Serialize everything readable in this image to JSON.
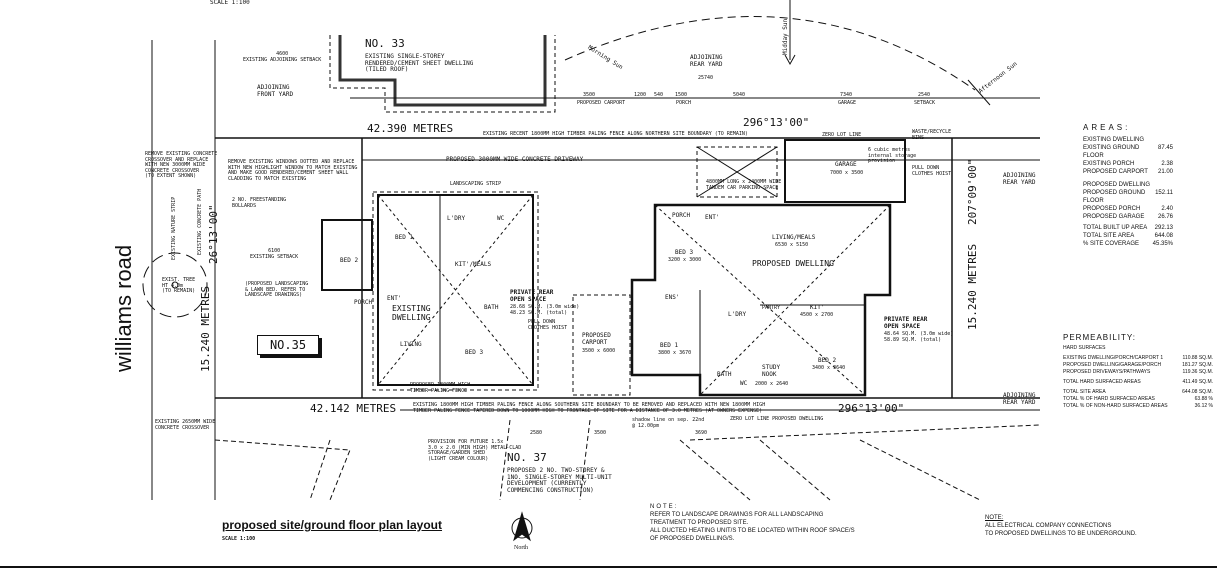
{
  "header": {
    "scale_top": "SCALE 1:100"
  },
  "road": {
    "name": "williams road"
  },
  "neighbours": {
    "no33": {
      "number": "NO. 33",
      "desc": "EXISTING SINGLE-STOREY\nRENDERED/CEMENT SHEET DWELLING\n(TILED ROOF)"
    },
    "no35": {
      "number": "NO.35"
    },
    "no37": {
      "number": "NO. 37",
      "desc": "PROPOSED 2 NO. TWO-STOREY &\n1NO. SINGLE-STOREY MULTI-UNIT\nDEVELOPMENT (CURRENTLY\nCOMMENCING CONSTRUCTION)"
    }
  },
  "boundaries": {
    "north_length": "42.390 METRES",
    "south_length": "42.142 METRES",
    "west_length": "15.240 METRES",
    "east_length": "15.240 METRES",
    "north_bearing": "296°13'00\"",
    "south_bearing": "296°13'00\"",
    "west_bearing": "26°13'00\"",
    "east_bearing": "207°09'00\""
  },
  "sun": {
    "morning": "Morning Sun",
    "midday": "Midday Sun",
    "afternoon": "Afternoon Sun"
  },
  "labels": {
    "adjoining_front_yard": "ADJOINING\nFRONT YARD",
    "adjoining_rear_yard_top": "ADJOINING\nREAR YARD",
    "adjoining_rear_yard_right1": "ADJOINING\nREAR YARD",
    "adjoining_rear_yard_right2": "ADJOINING\nREAR YARD",
    "existing_setback": "4600\nEXISTING ADJOINING SETBACK",
    "fence_north": "EXISTING RECENT 1800MM HIGH TIMBER PALING FENCE ALONG NORTHERN SITE BOUNDARY (TO REMAIN)",
    "fence_south": "EXISTING 1800MM HIGH TIMBER PALING FENCE ALONG SOUTHERN SITE BOUNDARY TO BE REMOVED AND REPLACED WITH NEW 1800MM HIGH\nTIMBER PALING FENCE TAPERED DOWN TO 1000MM HIGH TO FRONTAGE OF SITE FOR A DISTANCE OF 3.0 METRES (AT OWNERS EXPENSE)",
    "driveway": "PROPOSED 3000MM WIDE CONCRETE DRIVEWAY",
    "crossover_remove": "REMOVE EXISTING CONCRETE\nCROSSOVER AND REPLACE\nWITH NEW 3000MM WIDE\nCONCRETE CROSSOVER\n(TO EXTENT SHOWN)",
    "windows_note": "REMOVE EXISTING WINDOWS DOTTED AND REPLACE\nWITH NEW HIGHLIGHT WINDOW TO MATCH EXISTING\nAND MAKE GOOD RENDERED/CEMENT SHEET WALL\nCLADDING TO MATCH EXISTING",
    "nature_strip": "EXISTING NATURE STRIP",
    "concrete_path": "EXISTING CONCRETE PATH",
    "tree": "EXIST. TREE\nHT 4.0m\n(TO REMAIN)",
    "bollards": "2 NO. FREESTANDING\nBOLLARDS",
    "landscaping": "(PROPOSED LANDSCAPING\n& LAWN BED. REFER TO\nLANDSCAPE DRAWINGS)",
    "setback_6100": "6100\nEXISTING SETBACK",
    "landscaping_strip": "LANDSCAPING STRIP",
    "crossover_existing": "EXISTING 2650MM WIDE\nCONCRETE CROSSOVER",
    "timber_fence": "PROPOSED 1800MM HIGH\nTIMBER PALING FENCE",
    "shed": "PROVISION FOR FUTURE 1.5x\n3.0 x 2.0 (MIN HIGH) METAL-CLAD\nSTORAGE/GARDEN SHED\n(LIGHT CREAM COLOUR)",
    "shadow": "shadow line on sep. 22nd\n@ 12.00pm",
    "zero_lot_top": "ZERO LOT LINE",
    "zero_lot_bottom": "ZERO LOT LINE PROPOSED DWELLING",
    "waste_bins": "WASTE/RECYCLE\nBINS",
    "clothes_hoist": "PULL DOWN\nCLOTHES HOIST",
    "tandem": "4800MM LONG x 2400MM WIDE\nTANDEM CAR PARKING SPACE",
    "storage": "6 cubic metres\ninternal storage\nprovision"
  },
  "dimensions": {
    "top": [
      "3500",
      "1200",
      "540",
      "1500",
      "5040",
      "7340",
      "2540"
    ],
    "top_labels": [
      "PROPOSED CARPORT",
      "PORCH",
      "GARAGE",
      "SETBACK"
    ],
    "overall_top": "25740",
    "bottom": [
      "2580",
      "3500",
      "3690"
    ]
  },
  "existing_dwelling": {
    "title": "EXISTING\nDWELLING",
    "rooms": [
      "BED 1",
      "BED 2",
      "BED 3",
      "L'DRY",
      "WC",
      "KIT'/MEALS",
      "BATH",
      "LIVING",
      "PORCH",
      "ENT'"
    ],
    "open_space": {
      "title": "PRIVATE REAR\nOPEN SPACE",
      "area1": "28.68 SQ.M. (3.0m wide)",
      "area2": "48.23 SQ.M. (total)"
    },
    "clothes": "PULL DOWN\nCLOTHES HOIST"
  },
  "carport": {
    "title": "PROPOSED\nCARPORT",
    "size": "3500 x 6000"
  },
  "proposed_dwelling": {
    "title": "PROPOSED DWELLING",
    "living": {
      "name": "LIVING/MEALS",
      "size": "6530 x 5150"
    },
    "garage": {
      "name": "GARAGE",
      "size": "7000 x 3500"
    },
    "bed3": {
      "name": "BED 3",
      "size": "3200 x 3000"
    },
    "bed1": {
      "name": "BED 1",
      "size": "3800 x 3670"
    },
    "bed2": {
      "name": "BED 2",
      "size": "3400 x 3640"
    },
    "kit": {
      "name": "KIT'",
      "size": "4500 x 2700"
    },
    "study": {
      "name": "STUDY\nNOOK",
      "size": "2000 x 2640"
    },
    "others": [
      "PORCH",
      "ENT'",
      "ENS'",
      "L'DRY",
      "PANTRY",
      "BATH",
      "WC"
    ],
    "open_space": {
      "title": "PRIVATE REAR\nOPEN SPACE",
      "area1": "48.64 SQ.M. (3.0m wide)",
      "area2": "58.89 SQ.M. (total)"
    }
  },
  "areas": {
    "header": "AREAS:",
    "existing_title": "EXISTING DWELLING",
    "existing": [
      {
        "label": "EXISTING GROUND FLOOR",
        "value": "87.45"
      },
      {
        "label": "EXISTING PORCH",
        "value": "2.38"
      },
      {
        "label": "PROPOSED CARPORT",
        "value": "21.00"
      }
    ],
    "proposed_title": "PROPOSED DWELLING",
    "proposed": [
      {
        "label": "PROPOSED GROUND FLOOR",
        "value": "152.11"
      },
      {
        "label": "PROPOSED PORCH",
        "value": "2.40"
      },
      {
        "label": "PROPOSED GARAGE",
        "value": "26.76"
      }
    ],
    "totals": [
      {
        "label": "TOTAL BUILT UP AREA",
        "value": "292.13"
      },
      {
        "label": "TOTAL SITE AREA",
        "value": "644.08"
      },
      {
        "label": "% SITE COVERAGE",
        "value": "45.35%"
      }
    ]
  },
  "permeability": {
    "header": "PERMEABILITY:",
    "sub": "HARD SURFACES",
    "rows": [
      {
        "label": "EXISTING DWELLING/PORCH/CARPORT 1",
        "value": "110.88 SQ.M."
      },
      {
        "label": "PROPOSED DWELLING/GARAGE/PORCH",
        "value": "181.27 SQ.M."
      },
      {
        "label": "PROPOSED DRIVEWAYS/PATHWAYS",
        "value": "119.36 SQ.M."
      }
    ],
    "total_hard": {
      "label": "TOTAL HARD SURFACED AREAS",
      "value": "411.49 SQ.M."
    },
    "totals": [
      {
        "label": "TOTAL SITE AREA",
        "value": "644.08 SQ.M."
      },
      {
        "label": "TOTAL % OF HARD SURFACED AREAS",
        "value": "63.88 %"
      },
      {
        "label": "TOTAL % OF NON-HARD SURFACED AREAS",
        "value": "36.12 %"
      }
    ]
  },
  "footer": {
    "title": "proposed site/ground floor plan layout",
    "scale": "SCALE 1:100",
    "north": "North",
    "note_header": "NOTE:",
    "note_lines": [
      "REFER TO LANDSCAPE DRAWINGS FOR ALL LANDSCAPING",
      "TREATMENT TO PROPOSED SITE.",
      "ALL DUCTED HEATING UNIT/S TO BE LOCATED WITHIN ROOF SPACE/S",
      "OF PROPOSED DWELLING/S."
    ],
    "note2_header": "NOTE:",
    "note2_lines": [
      "ALL ELECTRICAL COMPANY CONNECTIONS",
      "TO PROPOSED DWELLINGS TO BE UNDERGROUND."
    ]
  }
}
